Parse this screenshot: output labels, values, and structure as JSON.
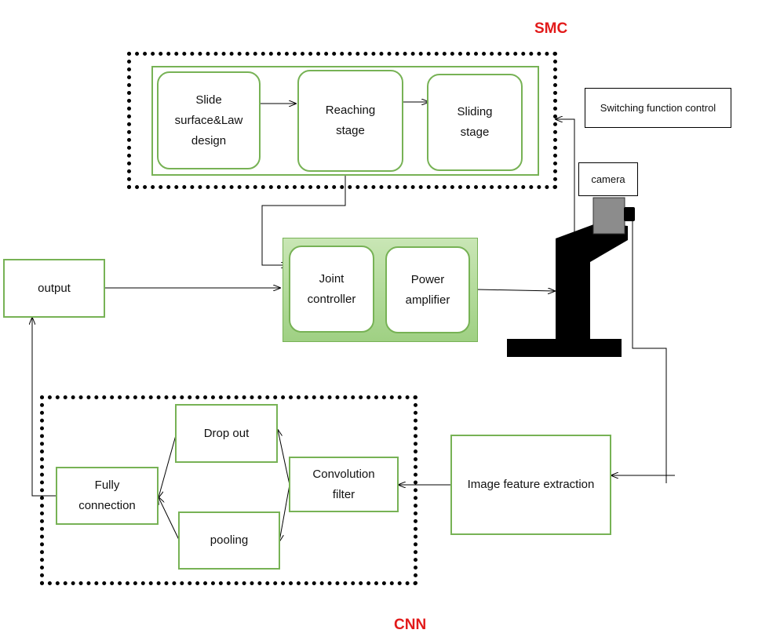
{
  "titles": {
    "smc": "SMC",
    "cnn": "CNN"
  },
  "smc": {
    "slide": "Slide\nsurface&Law\ndesign",
    "reaching": "Reaching\nstage",
    "sliding": "Sliding\nstage"
  },
  "controller": {
    "joint": "Joint\ncontroller",
    "power": "Power\namplifier"
  },
  "output": "output",
  "switching": "Switching function control",
  "camera": "camera",
  "cnn": {
    "dropout": "Drop out",
    "fully": "Fully\nconnection",
    "pooling": "pooling",
    "conv": "Convolution\nfilter"
  },
  "image_feature": "Image feature extraction",
  "colors": {
    "accent_green": "#77b255",
    "title_red": "#e21a1a",
    "controller_fill": "#b7dca0"
  }
}
